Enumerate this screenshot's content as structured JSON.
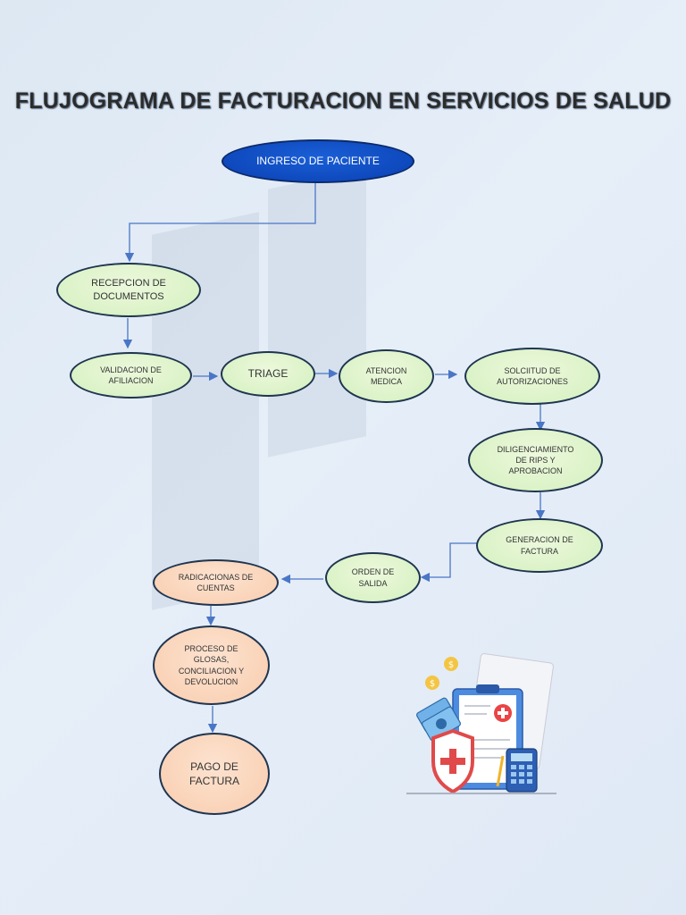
{
  "title": "FLUJOGRAMA DE FACTURACION EN SERVICIOS DE SALUD",
  "colors": {
    "start": "#0a3fb3",
    "process": "#d4efbe",
    "final": "#f8ccad",
    "connector": "#4a76c6"
  },
  "nodes": {
    "ingreso": "INGRESO DE PACIENTE",
    "recepcion": "RECEPCION DE DOCUMENTOS",
    "validacion": "VALIDACION DE AFILIACION",
    "triage": "TRIAGE",
    "atencion": "ATENCION MEDICA",
    "solicitud": "SOLCIITUD DE AUTORIZACIONES",
    "diligenciamiento": "DILIGENCIAMIENTO DE RIPS Y APROBACION",
    "generacion": "GENERACION DE FACTURA",
    "orden": "ORDEN DE SALIDA",
    "radicaciones": "RADICACIONAS DE CUENTAS",
    "proceso": "PROCESO DE GLOSAS, CONCILIACION Y DEVOLUCION",
    "pago": "PAGO DE FACTURA"
  },
  "illustration": {
    "icons": [
      "clipboard-icon",
      "shield-cross-icon",
      "calculator-icon",
      "money-icon",
      "coin-icon"
    ]
  }
}
